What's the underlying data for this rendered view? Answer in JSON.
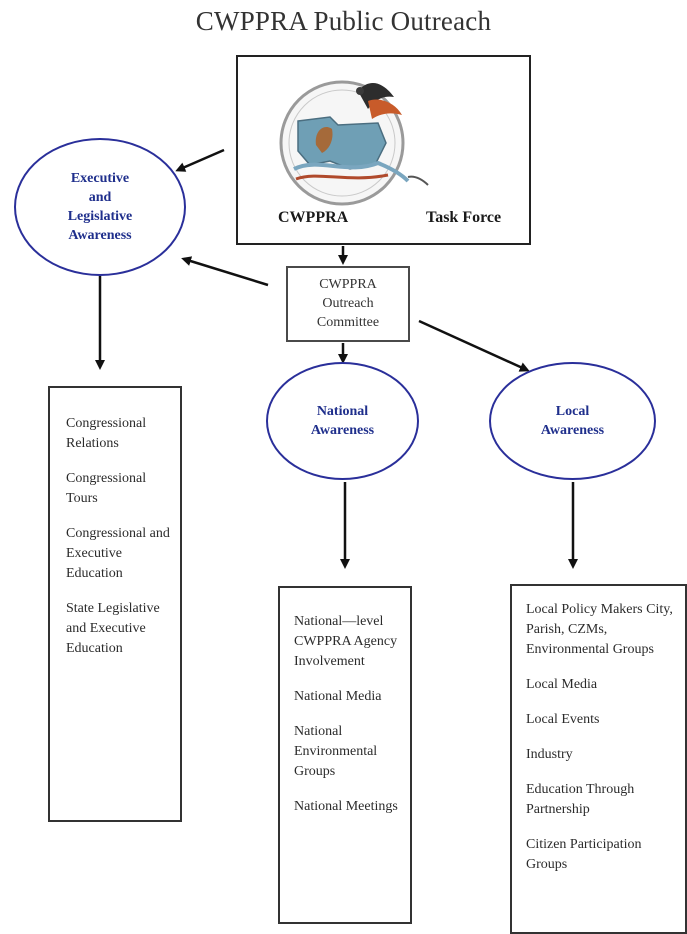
{
  "title": "CWPPRA Public Outreach",
  "task_force": {
    "left_text": "CWPPRA",
    "right_text": "Task Force"
  },
  "committee": {
    "label": "CWPPRA\nOutreach\nCommittee"
  },
  "awareness": {
    "executive": "Executive\nand\nLegislative\nAwareness",
    "national": "National\nAwareness",
    "local": "Local\nAwareness"
  },
  "lists": {
    "executive": [
      "Congressional Relations",
      "Congressional Tours",
      "Congressional and Executive Education",
      "State Legislative and Executive Education"
    ],
    "national": [
      "National—level CWPPRA Agency Involvement",
      "National Media",
      "National Environmental Groups",
      "National Meetings"
    ],
    "local": [
      "Local Policy Makers City, Parish, CZMs, Environmental Groups",
      "Local Media",
      "Local Events",
      "Industry",
      "Education Through Partnership",
      "Citizen Participation Groups"
    ]
  },
  "colors": {
    "ellipse_border": "#2a2f9a",
    "ellipse_text": "#1f2f8c",
    "box_border": "#333333"
  }
}
